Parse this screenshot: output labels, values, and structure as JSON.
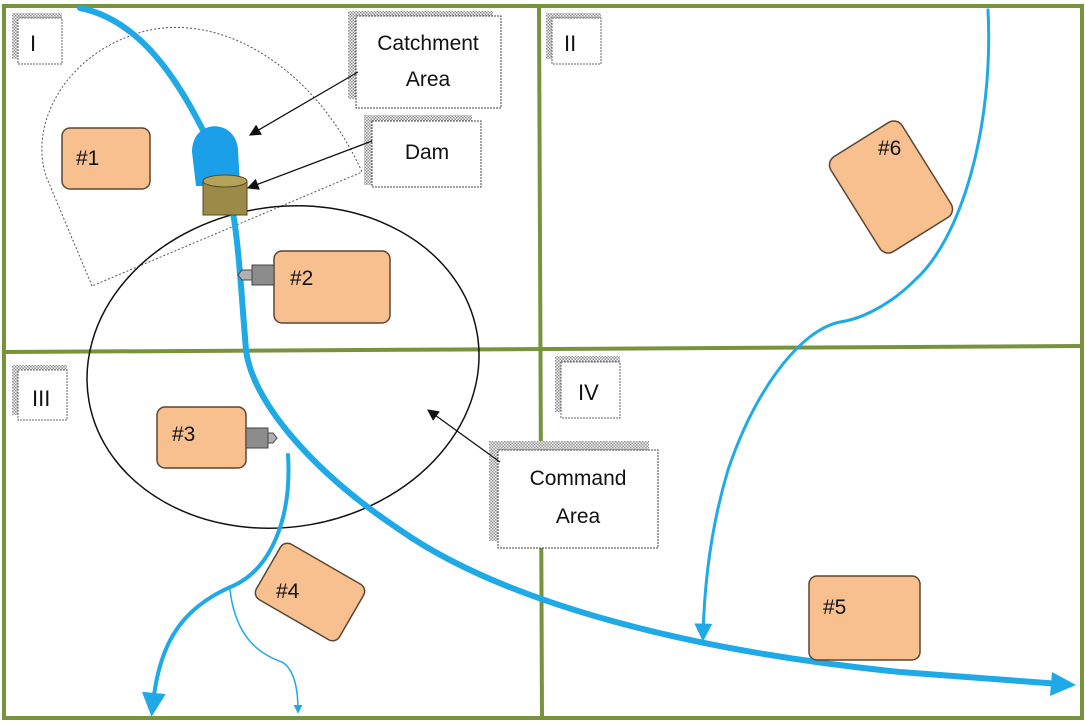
{
  "colors": {
    "grid_line": "#77933c",
    "river": "#1fa9e6",
    "plot_fill": "#f8bf8f",
    "plot_stroke": "#5a4632",
    "dam_fill": "#9c8a48",
    "reservoir": "#1a9fe8",
    "outlet": "#8c8c8c"
  },
  "quadrants": [
    {
      "label": "I"
    },
    {
      "label": "II"
    },
    {
      "label": "III"
    },
    {
      "label": "IV"
    }
  ],
  "plots": [
    {
      "label": "#1"
    },
    {
      "label": "#2"
    },
    {
      "label": "#3"
    },
    {
      "label": "#4"
    },
    {
      "label": "#5"
    },
    {
      "label": "#6"
    }
  ],
  "callouts": {
    "catchment": {
      "line1": "Catchment",
      "line2": "Area"
    },
    "dam": {
      "line1": "Dam"
    },
    "command": {
      "line1": "Command",
      "line2": "Area"
    }
  },
  "icons": {
    "quadrant_tag": "scroll-tag-icon",
    "outlet": "pipe-outlet-icon",
    "dam": "dam-icon",
    "arrow": "arrow-icon"
  }
}
